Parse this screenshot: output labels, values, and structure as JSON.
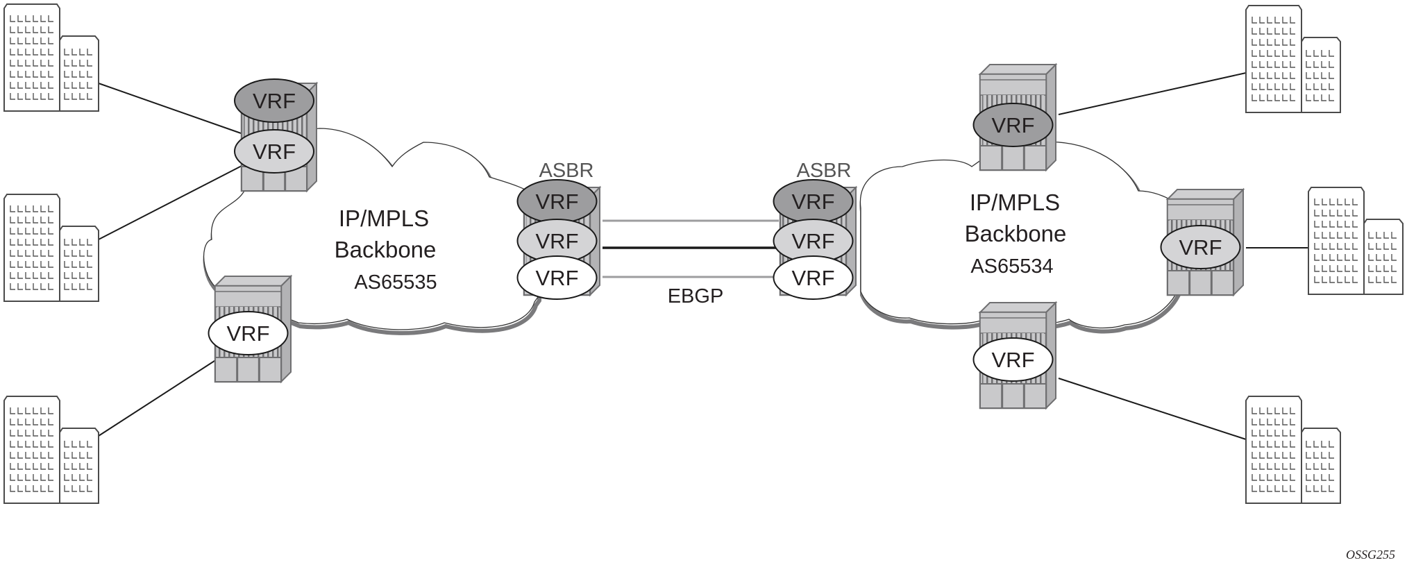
{
  "diagram": {
    "figure_id": "OSSG255",
    "connection_label": "EBGP",
    "clouds": [
      {
        "id": "left",
        "lines": [
          "IP/MPLS",
          "Backbone",
          "AS65535"
        ]
      },
      {
        "id": "right",
        "lines": [
          "IP/MPLS",
          "Backbone",
          "AS65534"
        ]
      }
    ],
    "asbr_label": "ASBR",
    "vrf_label": "VRF",
    "vrf_colors": {
      "dark": "#9d9d9f",
      "light": "#d4d4d6",
      "white": "#ffffff"
    },
    "routers": [
      {
        "id": "left-pe-top",
        "vrfs": [
          "dark",
          "light"
        ]
      },
      {
        "id": "left-pe-bottom",
        "vrfs": [
          "white"
        ]
      },
      {
        "id": "left-asbr",
        "vrfs": [
          "dark",
          "light",
          "white"
        ],
        "asbr": true
      },
      {
        "id": "right-asbr",
        "vrfs": [
          "dark",
          "light",
          "white"
        ],
        "asbr": true
      },
      {
        "id": "right-pe-top",
        "vrfs": [
          "dark"
        ]
      },
      {
        "id": "right-pe-middle",
        "vrfs": [
          "light"
        ]
      },
      {
        "id": "right-pe-bottom",
        "vrfs": [
          "white"
        ]
      }
    ],
    "sites": [
      "left-top",
      "left-middle",
      "left-bottom",
      "right-top",
      "right-middle",
      "right-bottom"
    ],
    "ebgp_links": [
      {
        "vrf": "dark",
        "color": "#9d9d9f"
      },
      {
        "vrf": "light",
        "color": "#1a1a1a"
      },
      {
        "vrf": "white",
        "color": "#9d9d9f"
      }
    ]
  }
}
